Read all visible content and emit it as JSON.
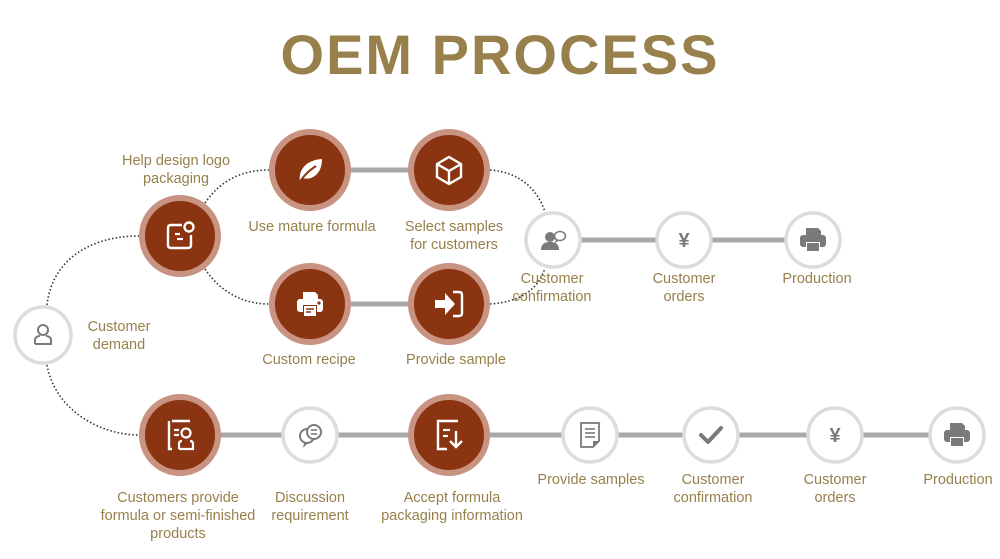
{
  "title": "OEM PROCESS",
  "colors": {
    "title": "#98804c",
    "label": "#98804c",
    "primary_fill": "#8b3412",
    "primary_ring": "#c99382",
    "secondary_fill": "#ffffff",
    "secondary_ring": "#dcdcdc",
    "secondary_icon": "#7a7a7a",
    "connector": "#a8a8a8",
    "dotted": "#333333"
  },
  "nodes": [
    {
      "id": "customer-demand",
      "label": [
        "Customer",
        "demand"
      ],
      "icon": "user-icon",
      "style": "secondary"
    },
    {
      "id": "help-design",
      "label": [
        "Help design logo",
        "packaging"
      ],
      "icon": "design-card-icon",
      "style": "primary"
    },
    {
      "id": "use-mature-formula",
      "label": [
        "Use mature formula"
      ],
      "icon": "leaf-icon",
      "style": "primary"
    },
    {
      "id": "select-samples",
      "label": [
        "Select samples",
        "for customers"
      ],
      "icon": "box-icon",
      "style": "primary"
    },
    {
      "id": "custom-recipe",
      "label": [
        "Custom recipe"
      ],
      "icon": "printer-icon",
      "style": "primary"
    },
    {
      "id": "provide-sample",
      "label": [
        "Provide sample"
      ],
      "icon": "sign-in-icon",
      "style": "primary"
    },
    {
      "id": "top-customer-confirmation",
      "label": [
        "Customer",
        "confirmation"
      ],
      "icon": "user-chat-icon",
      "style": "secondary"
    },
    {
      "id": "top-customer-orders",
      "label": [
        "Customer",
        "orders"
      ],
      "icon": "yen-icon",
      "style": "secondary"
    },
    {
      "id": "top-production",
      "label": [
        "Production"
      ],
      "icon": "printer-icon",
      "style": "secondary"
    },
    {
      "id": "customers-provide",
      "label": [
        "Customers provide",
        "formula or semi-finished",
        "products"
      ],
      "icon": "form-user-icon",
      "style": "primary"
    },
    {
      "id": "discussion",
      "label": [
        "Discussion",
        "requirement"
      ],
      "icon": "chat-bubbles-icon",
      "style": "secondary"
    },
    {
      "id": "accept-formula",
      "label": [
        "Accept formula",
        "packaging information"
      ],
      "icon": "list-download-icon",
      "style": "primary"
    },
    {
      "id": "provide-samples",
      "label": [
        "Provide samples"
      ],
      "icon": "document-icon",
      "style": "secondary"
    },
    {
      "id": "bottom-customer-confirmation",
      "label": [
        "Customer",
        "confirmation"
      ],
      "icon": "check-icon",
      "style": "secondary"
    },
    {
      "id": "bottom-customer-orders",
      "label": [
        "Customer",
        "orders"
      ],
      "icon": "yen-icon",
      "style": "secondary"
    },
    {
      "id": "bottom-production",
      "label": [
        "Production"
      ],
      "icon": "printer-icon",
      "style": "secondary"
    }
  ],
  "edges": [
    {
      "from": "customer-demand",
      "to": "help-design",
      "style": "dotted"
    },
    {
      "from": "customer-demand",
      "to": "customers-provide",
      "style": "dotted"
    },
    {
      "from": "help-design",
      "to": "use-mature-formula",
      "style": "dotted"
    },
    {
      "from": "help-design",
      "to": "custom-recipe",
      "style": "dotted"
    },
    {
      "from": "use-mature-formula",
      "to": "select-samples",
      "style": "solid"
    },
    {
      "from": "custom-recipe",
      "to": "provide-sample",
      "style": "solid"
    },
    {
      "from": "select-samples",
      "to": "top-customer-confirmation",
      "style": "dotted"
    },
    {
      "from": "provide-sample",
      "to": "top-customer-confirmation",
      "style": "dotted"
    },
    {
      "from": "top-customer-confirmation",
      "to": "top-customer-orders",
      "style": "solid"
    },
    {
      "from": "top-customer-orders",
      "to": "top-production",
      "style": "solid"
    },
    {
      "from": "customers-provide",
      "to": "discussion",
      "style": "solid"
    },
    {
      "from": "discussion",
      "to": "accept-formula",
      "style": "solid"
    },
    {
      "from": "accept-formula",
      "to": "provide-samples",
      "style": "solid"
    },
    {
      "from": "provide-samples",
      "to": "bottom-customer-confirmation",
      "style": "solid"
    },
    {
      "from": "bottom-customer-confirmation",
      "to": "bottom-customer-orders",
      "style": "solid"
    },
    {
      "from": "bottom-customer-orders",
      "to": "bottom-production",
      "style": "solid"
    }
  ]
}
